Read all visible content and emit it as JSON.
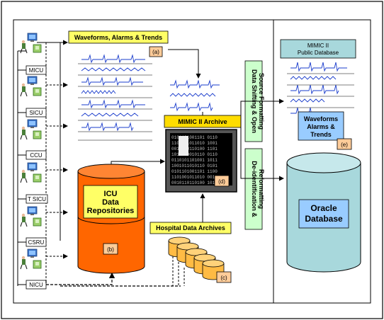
{
  "diagram": {
    "units": [
      {
        "label": "MICU"
      },
      {
        "label": "SICU"
      },
      {
        "label": "CCU"
      },
      {
        "label": "T SICU"
      },
      {
        "label": "CSRU"
      },
      {
        "label": "NICU"
      }
    ],
    "waveforms_label": "Waveforms, Alarms & Trends",
    "tag_a": "(a)",
    "icu_repo": {
      "line1": "ICU",
      "line2": "Data",
      "line3": "Repositories"
    },
    "tag_b": "(b)",
    "archive_title": "MIMIC II Archive",
    "tag_d": "(d)",
    "hospital_archives": "Hospital Data Archives",
    "tag_c": "(c)",
    "shifting": {
      "line1": "Data Shifting & Open",
      "line2": "Source Formatting"
    },
    "deid": {
      "line1": "De-identification &",
      "line2": "Reformatting"
    },
    "public_db": {
      "line1": "MIMIC II",
      "line2": "Public Database"
    },
    "waveforms_box": {
      "line1": "Waveforms",
      "line2": "Alarms &",
      "line3": "Trends"
    },
    "tag_e": "(e)",
    "oracle": {
      "line1": "Oracle",
      "line2": "Database"
    }
  },
  "colors": {
    "yellow_box": "#ffff66",
    "orange_cyl": "#ff6600",
    "orange_disk": "#ffbb44",
    "green_box": "#ccffcc",
    "teal_cyl": "#a8d8dc",
    "blue_box": "#99ccff",
    "peach_tag": "#ffcc99",
    "header_yellow": "#ffdd00",
    "wave_blue": "#1a3ccc"
  }
}
